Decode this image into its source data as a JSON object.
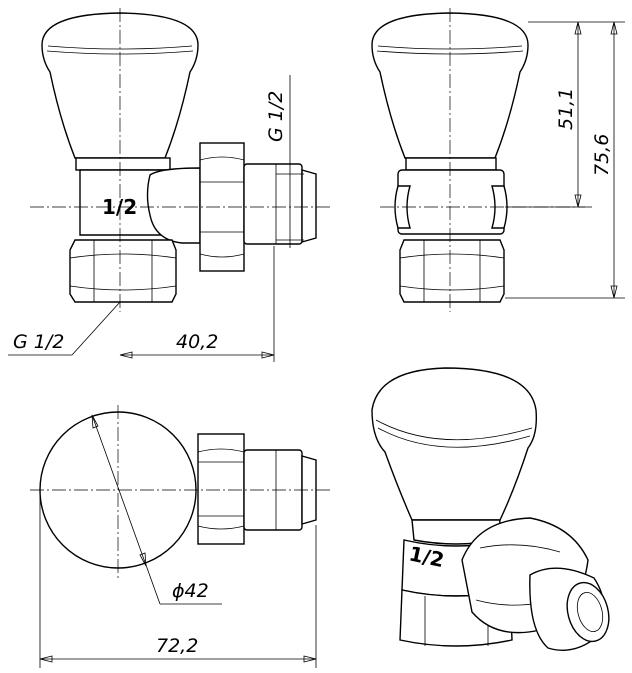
{
  "dimensions": {
    "thread_side": "G 1/2",
    "thread_bottom": "G 1/2",
    "length_40": "40,2",
    "height_51": "51,1",
    "height_75": "75,6",
    "diameter": "ϕ42",
    "length_72": "72,2"
  },
  "marks": {
    "body_front": "1/2",
    "body_iso": "1/2"
  }
}
